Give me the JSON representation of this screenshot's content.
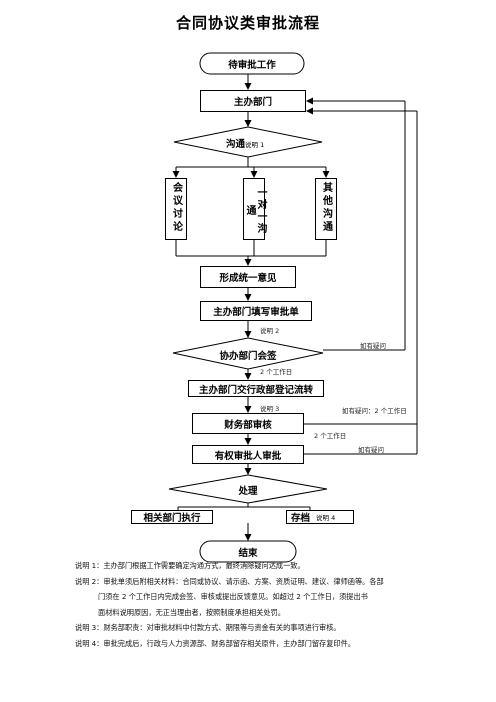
{
  "title": "合同协议类审批流程",
  "nodes": {
    "start": "待审批工作",
    "lead_dept": "主办部门",
    "communicate": "沟通",
    "communicate_note": "说明 1",
    "meeting": "会议讨论",
    "one_on_one": "一对一沟通",
    "other": "其他沟通",
    "consensus": "形成统一意见",
    "fill_form": "主办部门填写审批单",
    "cosign": "协办部门会签",
    "admin_transfer": "主办部门交行政部登记流转",
    "finance_review": "财务部审核",
    "authorized_approval": "有权审批人审批",
    "handle": "处理",
    "execute": "相关部门执行",
    "archive": "存档",
    "end": "结束"
  },
  "edge_labels": {
    "note2": "说明 2",
    "two_days_1": "2 个工作日",
    "note3": "说明 3",
    "two_days_2": "2 个工作日",
    "note4": "说明 4",
    "if_doubt_1": "如有疑问",
    "if_doubt_2": "如有疑问：2 个工作日",
    "if_doubt_3": "如有疑问"
  },
  "notes": [
    "说明 1：主办部门根据工作需要确定沟通方式，最终消除疑问达成一致。",
    "说明 2：审批单须后附相关材料：合同或协议、请示函、方案、资质证明、建议、律师函等。各部",
    "门须在 2 个工作日内完成会签、审核或提出反馈意见。如超过 2 个工作日，须提出书",
    "面材料说明原因，无正当理由者，按照制度承担相关处罚。",
    "说明 3：财务部职责：对审批材料中付款方式、期限等与资金有关的事项进行审核。",
    "说明 4：审批完成后，行政与人力资源部、财务部留存相关原件，主办部门留存复印件。"
  ]
}
